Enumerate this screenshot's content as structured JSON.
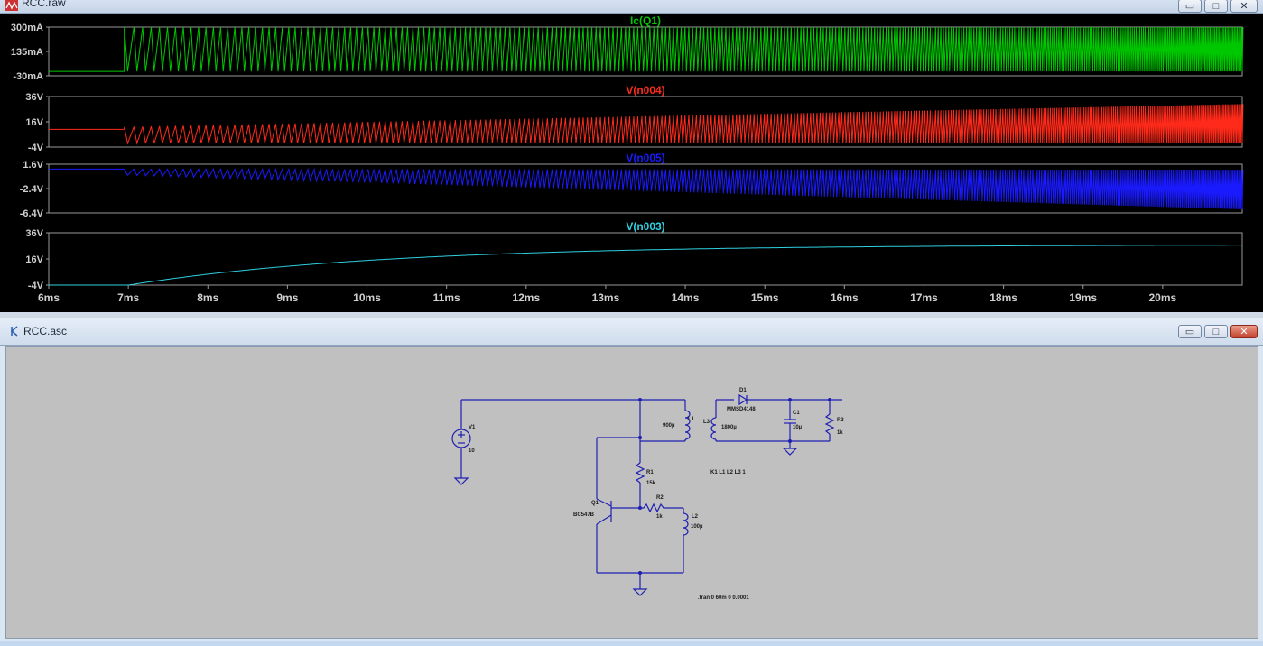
{
  "plot_window": {
    "title": "RCC.raw",
    "background": "#000000"
  },
  "schematic_window": {
    "title": "RCC.asc",
    "background": "#c0c0c0",
    "wire_color": "#1f1fb4",
    "labels": {
      "v1_name": "V1",
      "v1_value": "10",
      "l1_name": "L1",
      "l1_value": "900µ",
      "l3_name": "L3",
      "l3_value": "1800µ",
      "d1_name": "D1",
      "d1_value": "MMSD4148",
      "c1_name": "C1",
      "c1_value": "10µ",
      "r3_name": "R3",
      "r3_value": "1k",
      "r1_name": "R1",
      "r1_value": "15k",
      "q1_name": "Q1",
      "q1_value": "BC547B",
      "r2_name": "R2",
      "r2_value": "1k",
      "l2_name": "L2",
      "l2_value": "100µ",
      "coupling": "K1 L1 L2 L3 1",
      "tran": ".tran 0 60m 0 0.0001"
    }
  },
  "window_controls": {
    "minimize": "▭",
    "maximize": "□",
    "close": "✕"
  },
  "chart_data": {
    "type": "line",
    "x_axis": {
      "ticks": [
        "6ms",
        "7ms",
        "8ms",
        "9ms",
        "10ms",
        "11ms",
        "12ms",
        "13ms",
        "14ms",
        "15ms",
        "16ms",
        "17ms",
        "18ms",
        "19ms",
        "20ms"
      ],
      "range_ms": [
        6,
        21
      ]
    },
    "panes": [
      {
        "name": "Ic(Q1)",
        "color": "#00c800",
        "ticks": [
          "300mA",
          "135mA",
          "-30mA"
        ],
        "ylim": [
          -0.03,
          0.3
        ],
        "startup_ms": 6.95,
        "baseline": 0.0,
        "swing_low": 0.0,
        "swing_high_start": 0.3,
        "swing_high_end": 0.3,
        "start_period_ms": 0.12,
        "end_period_ms": 0.018
      },
      {
        "name": "V(n004)",
        "color": "#ff2a1a",
        "ticks": [
          "36V",
          "16V",
          "-4V"
        ],
        "ylim": [
          -4,
          36
        ],
        "startup_ms": 6.95,
        "baseline": 10,
        "swing_low": -1,
        "swing_high_start": 12,
        "swing_high_end": 30,
        "start_period_ms": 0.12,
        "end_period_ms": 0.018
      },
      {
        "name": "V(n005)",
        "color": "#1a1aff",
        "ticks": [
          "1.6V",
          "-2.4V",
          "-6.4V"
        ],
        "ylim": [
          -6.4,
          1.6
        ],
        "startup_ms": 6.95,
        "baseline": 0.8,
        "swing_low_start": -0.2,
        "swing_low_end": -5.8,
        "swing_high_start": 0.8,
        "swing_high_end": 0.7,
        "start_period_ms": 0.12,
        "end_period_ms": 0.018
      },
      {
        "name": "V(n003)",
        "color": "#2fd0e0",
        "ticks": [
          "36V",
          "16V",
          "-4V"
        ],
        "ylim": [
          -4,
          36
        ],
        "startup_ms": 7.0,
        "baseline": -4,
        "final": 27
      }
    ]
  }
}
